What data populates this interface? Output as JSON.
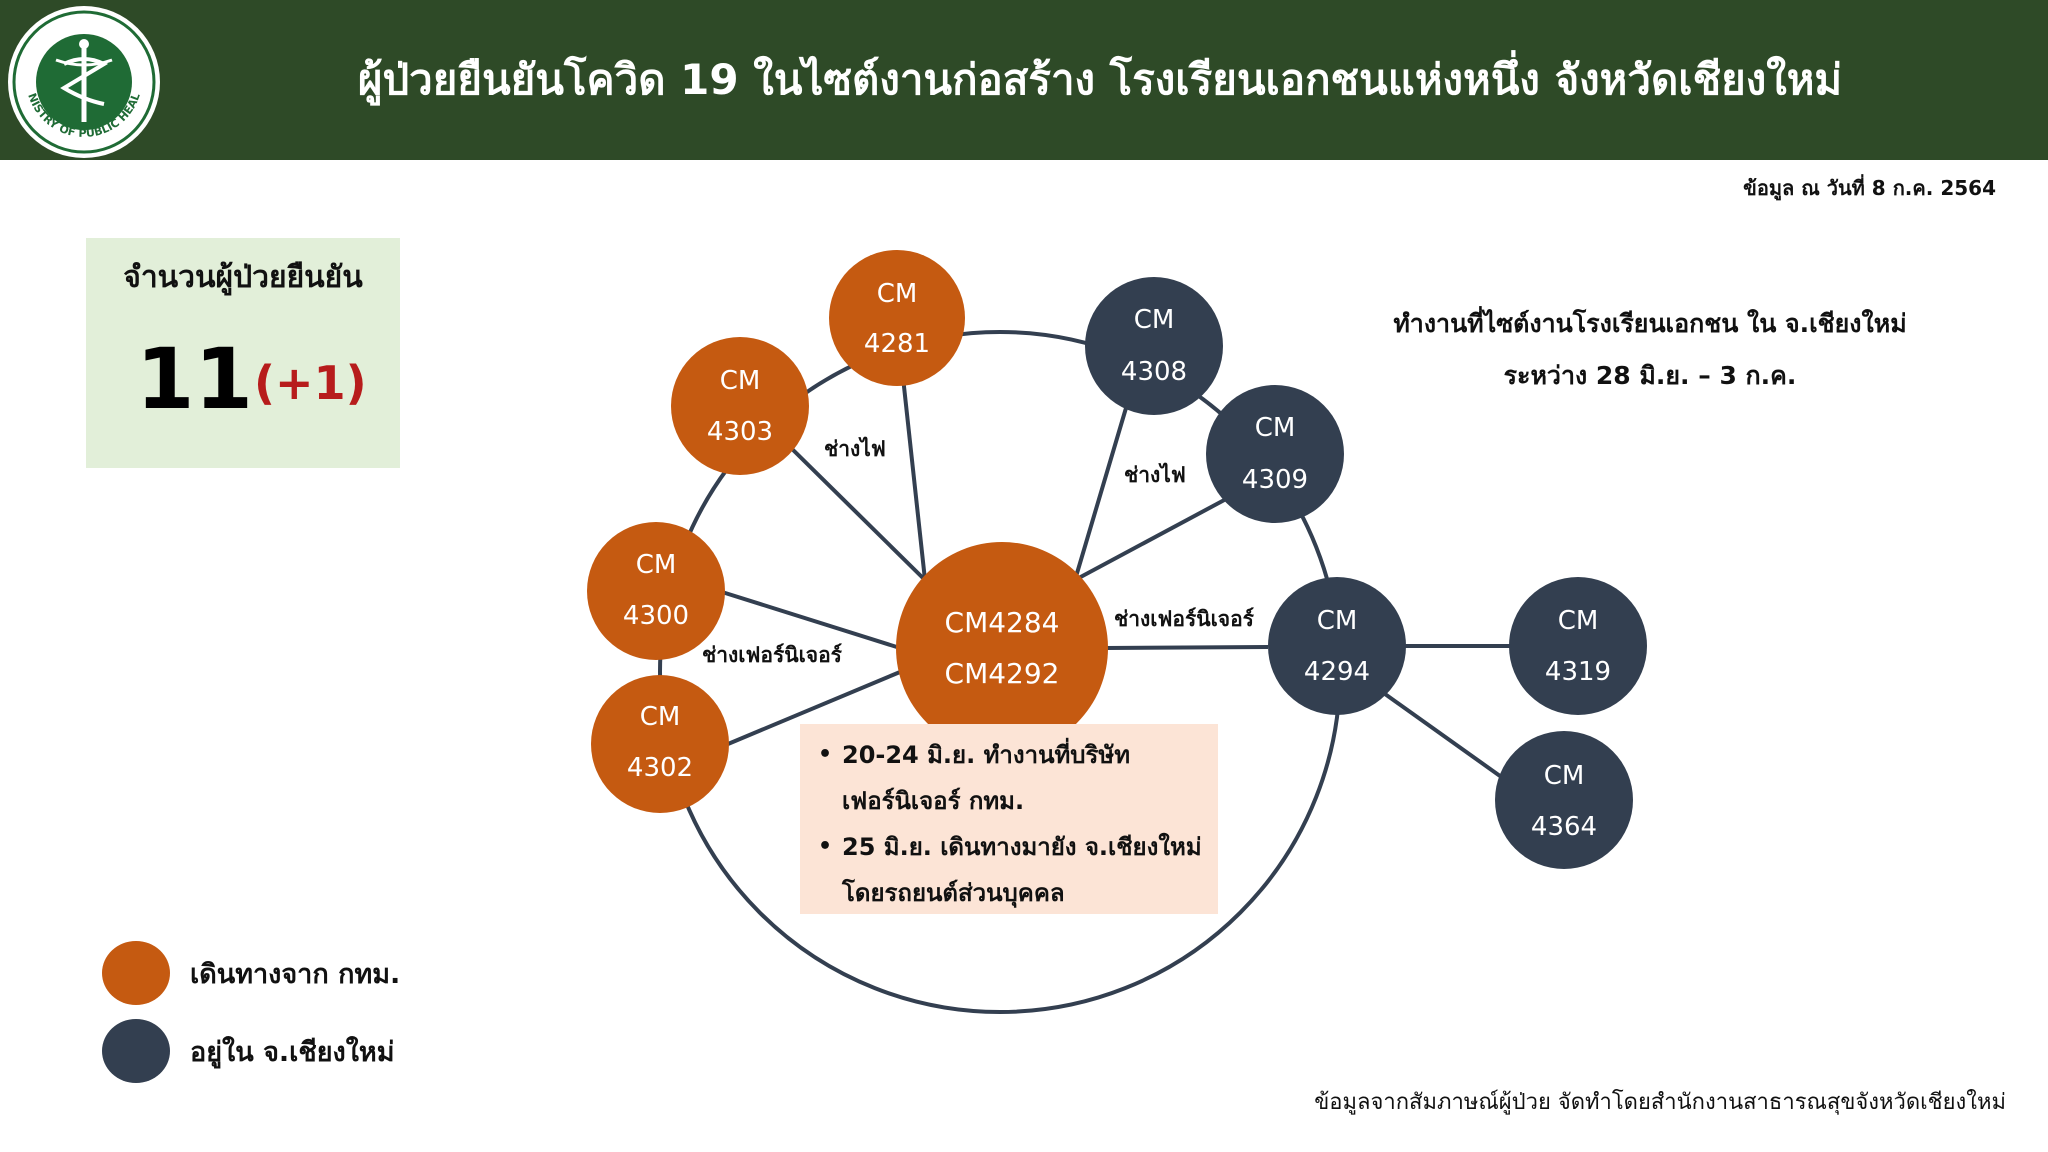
{
  "header": {
    "title": "ผู้ป่วยยืนยันโควิด 19 ในไซต์งานก่อสร้าง โรงเรียนเอกชนแห่งหนึ่ง จังหวัดเชียงใหม่",
    "logo_text": "MINISTRY OF PUBLIC HEALTH"
  },
  "data_date": "ข้อมูล ณ วันที่ 8 ก.ค. 2564",
  "confirmed": {
    "label": "จำนวนผู้ป่วยยืนยัน",
    "value": "11",
    "delta": "(+1)"
  },
  "colors": {
    "bangkok": "#c55a11",
    "chiangmai": "#333f50",
    "header_bg": "#2e4a27"
  },
  "nodes": [
    {
      "id": "cm4281",
      "line1": "CM",
      "line2": "4281",
      "group": "bangkok"
    },
    {
      "id": "cm4303",
      "line1": "CM",
      "line2": "4303",
      "group": "bangkok"
    },
    {
      "id": "cm4300",
      "line1": "CM",
      "line2": "4300",
      "group": "bangkok"
    },
    {
      "id": "cm4302",
      "line1": "CM",
      "line2": "4302",
      "group": "bangkok"
    },
    {
      "id": "center",
      "line1": "CM4284",
      "line2": "CM4292",
      "group": "bangkok"
    },
    {
      "id": "cm4308",
      "line1": "CM",
      "line2": "4308",
      "group": "chiangmai"
    },
    {
      "id": "cm4309",
      "line1": "CM",
      "line2": "4309",
      "group": "chiangmai"
    },
    {
      "id": "cm4294",
      "line1": "CM",
      "line2": "4294",
      "group": "chiangmai"
    },
    {
      "id": "cm4319",
      "line1": "CM",
      "line2": "4319",
      "group": "chiangmai"
    },
    {
      "id": "cm4364",
      "line1": "CM",
      "line2": "4364",
      "group": "chiangmai"
    }
  ],
  "edge_labels": {
    "electrician_left": "ช่างไฟ",
    "electrician_right": "ช่างไฟ",
    "furniture_left": "ช่างเฟอร์นิเจอร์",
    "furniture_right": "ช่างเฟอร์นิเจอร์"
  },
  "right_note": {
    "line1": "ทำงานที่ไซต์งานโรงเรียนเอกชน ใน จ.เชียงใหม่",
    "line2": "ระหว่าง 28 มิ.ย. – 3 ก.ค."
  },
  "info_box": {
    "items": [
      {
        "line1": "20-24 มิ.ย. ทำงานที่บริษัท",
        "line2": "เฟอร์นิเจอร์ กทม."
      },
      {
        "line1": "25 มิ.ย. เดินทางมายัง จ.เชียงใหม่",
        "line2": "โดยรถยนต์ส่วนบุคคล"
      }
    ]
  },
  "legend": [
    {
      "label": "เดินทางจาก กทม.",
      "group": "bangkok"
    },
    {
      "label": "อยู่ใน จ.เชียงใหม่",
      "group": "chiangmai"
    }
  ],
  "footer": "ข้อมูลจากสัมภาษณ์ผู้ป่วย จัดทำโดยสำนักงานสาธารณสุขจังหวัดเชียงใหม่"
}
